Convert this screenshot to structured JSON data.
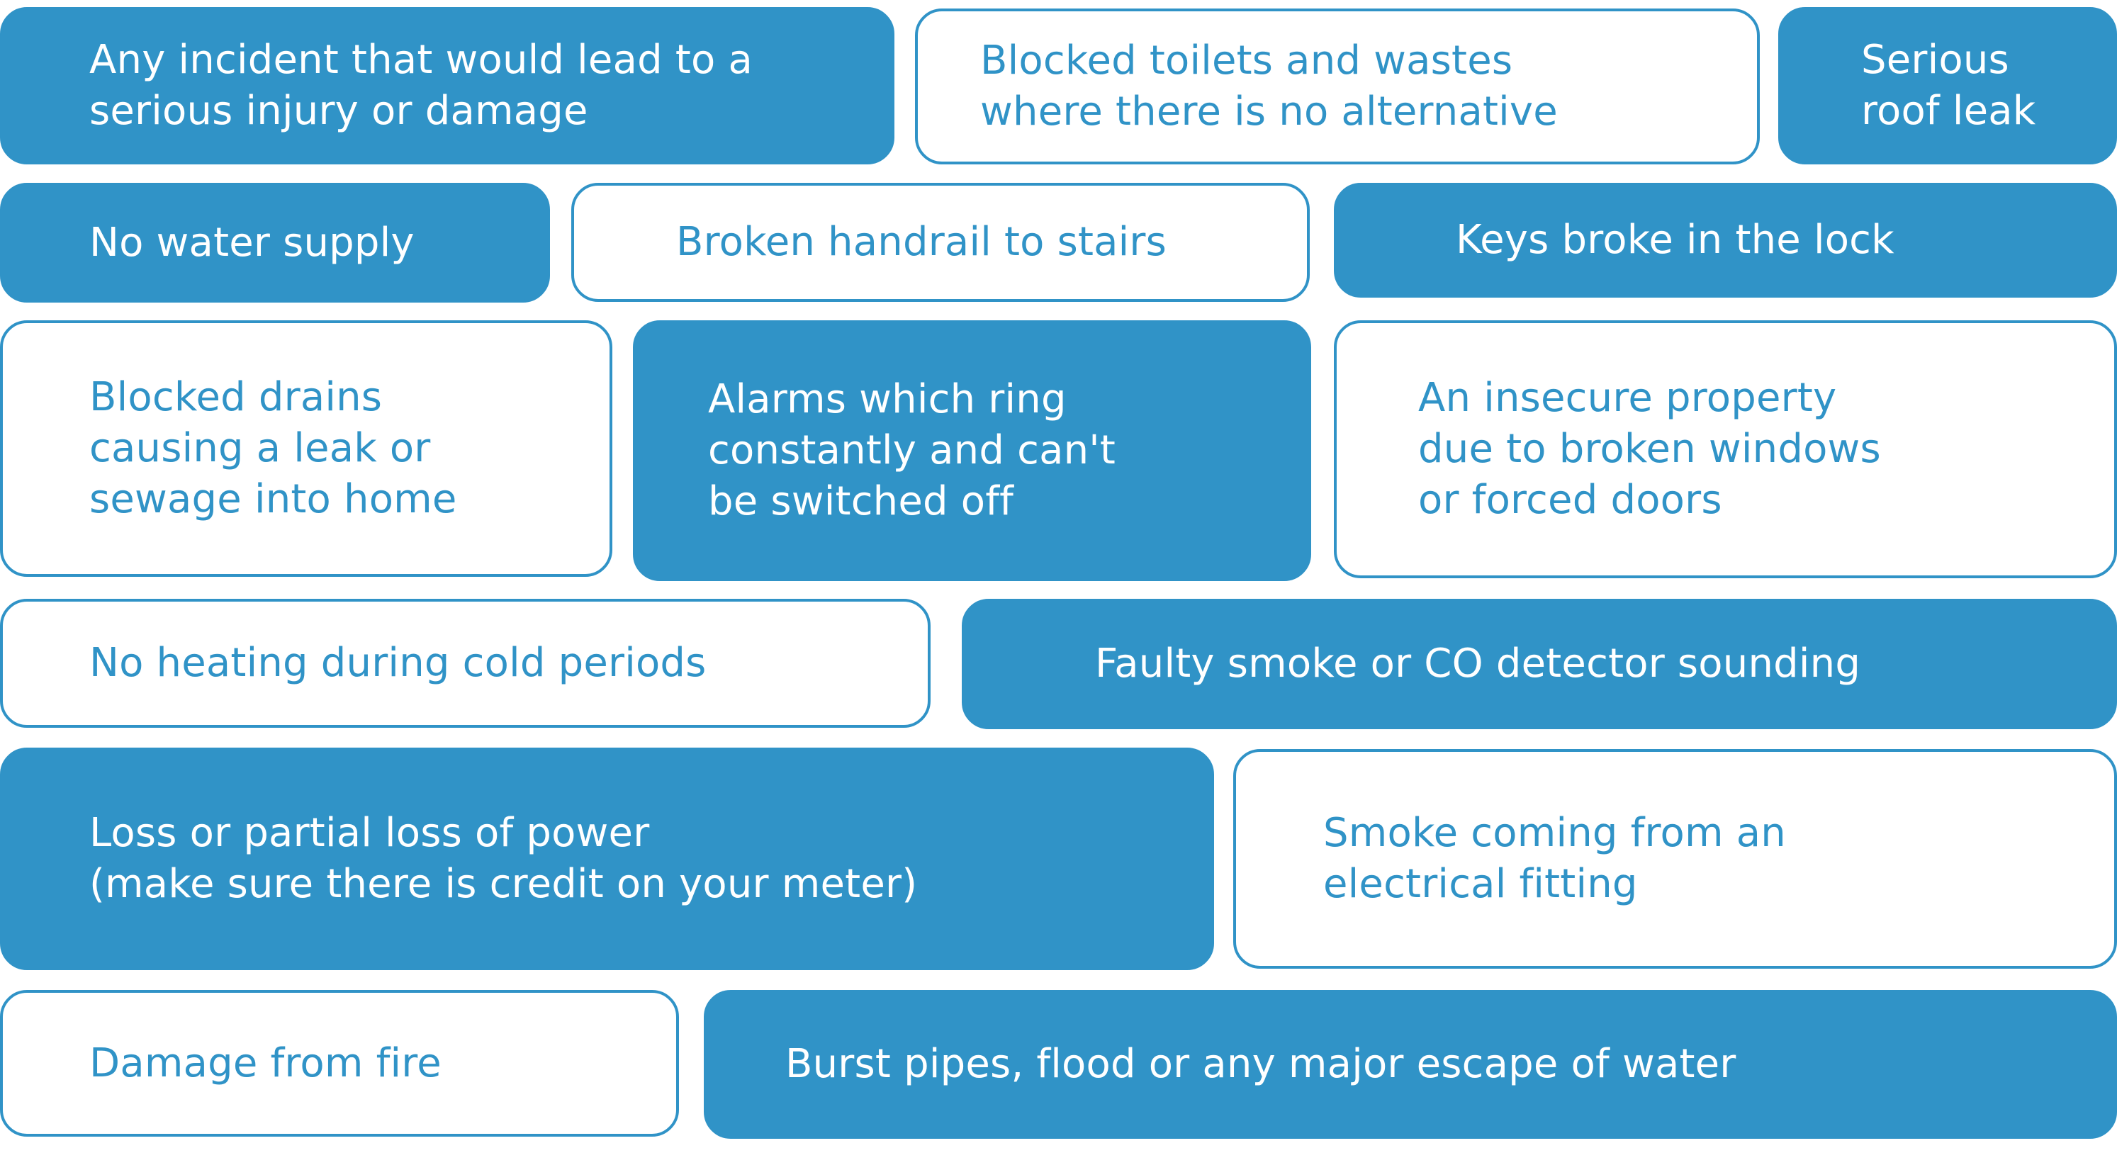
{
  "colors": {
    "accent": "#3093c7",
    "background": "#ffffff",
    "filled_text": "#ffffff"
  },
  "tiles": [
    {
      "text": "Any incident that would lead to a\nserious injury or damage",
      "style": "filled"
    },
    {
      "text": "Blocked toilets and wastes\nwhere there is no alternative",
      "style": "outline"
    },
    {
      "text": "Serious\nroof leak",
      "style": "filled"
    },
    {
      "text": "No water supply",
      "style": "filled"
    },
    {
      "text": "Broken handrail to stairs",
      "style": "outline"
    },
    {
      "text": "Keys broke in the lock",
      "style": "filled"
    },
    {
      "text": "Blocked drains\ncausing a leak or\nsewage into home",
      "style": "outline"
    },
    {
      "text": "Alarms which ring\nconstantly and can't\nbe switched off",
      "style": "filled"
    },
    {
      "text": "An insecure property\ndue to broken windows\nor forced doors",
      "style": "outline"
    },
    {
      "text": "No heating during cold periods",
      "style": "outline"
    },
    {
      "text": "Faulty smoke or CO detector sounding",
      "style": "filled"
    },
    {
      "text": "Loss or partial loss of power\n(make sure there is credit on your meter)",
      "style": "filled"
    },
    {
      "text": "Smoke coming from an\nelectrical fitting",
      "style": "outline"
    },
    {
      "text": "Damage from fire",
      "style": "outline"
    },
    {
      "text": "Burst pipes, flood or any major escape of water",
      "style": "filled"
    }
  ]
}
